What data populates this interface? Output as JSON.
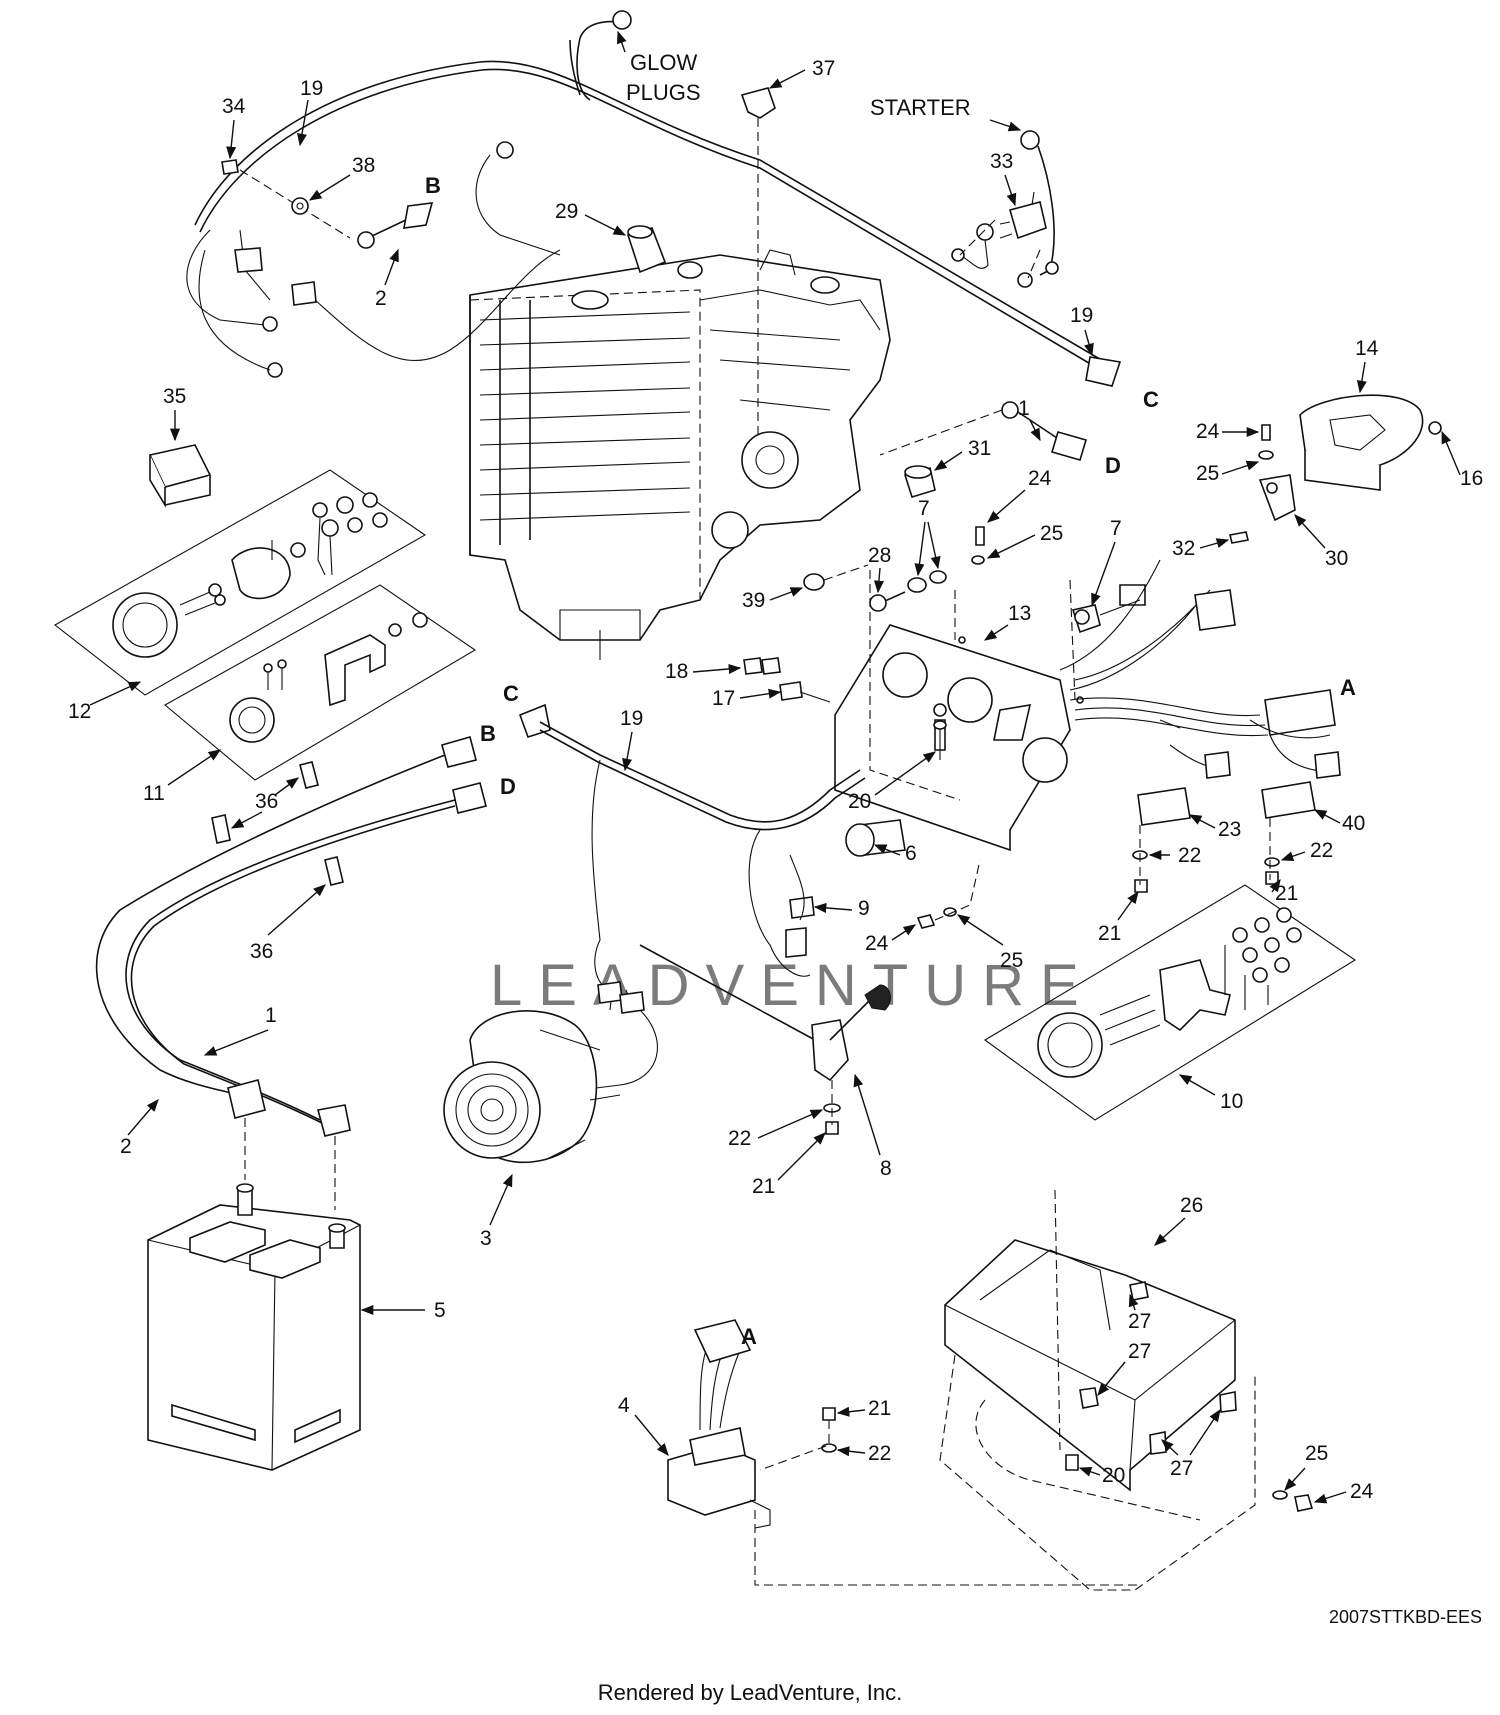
{
  "drawing_code": "2007STTKBD-EES",
  "render_credit": "Rendered by LeadVenture, Inc.",
  "watermark": "LEADVENTURE",
  "labels": {
    "glow_plugs_line1": "GLOW",
    "glow_plugs_line2": "PLUGS",
    "starter": "STARTER"
  },
  "connector_letters": [
    "A",
    "B",
    "C",
    "D"
  ],
  "callouts": [
    "1",
    "2",
    "3",
    "4",
    "5",
    "6",
    "7",
    "8",
    "9",
    "10",
    "11",
    "12",
    "13",
    "14",
    "16",
    "17",
    "18",
    "19",
    "20",
    "21",
    "22",
    "23",
    "24",
    "25",
    "26",
    "27",
    "28",
    "29",
    "30",
    "31",
    "32",
    "33",
    "34",
    "35",
    "36",
    "37",
    "38",
    "39",
    "40"
  ],
  "colors": {
    "line": "#111111",
    "watermark": "#cfcfcf",
    "background": "#ffffff"
  }
}
